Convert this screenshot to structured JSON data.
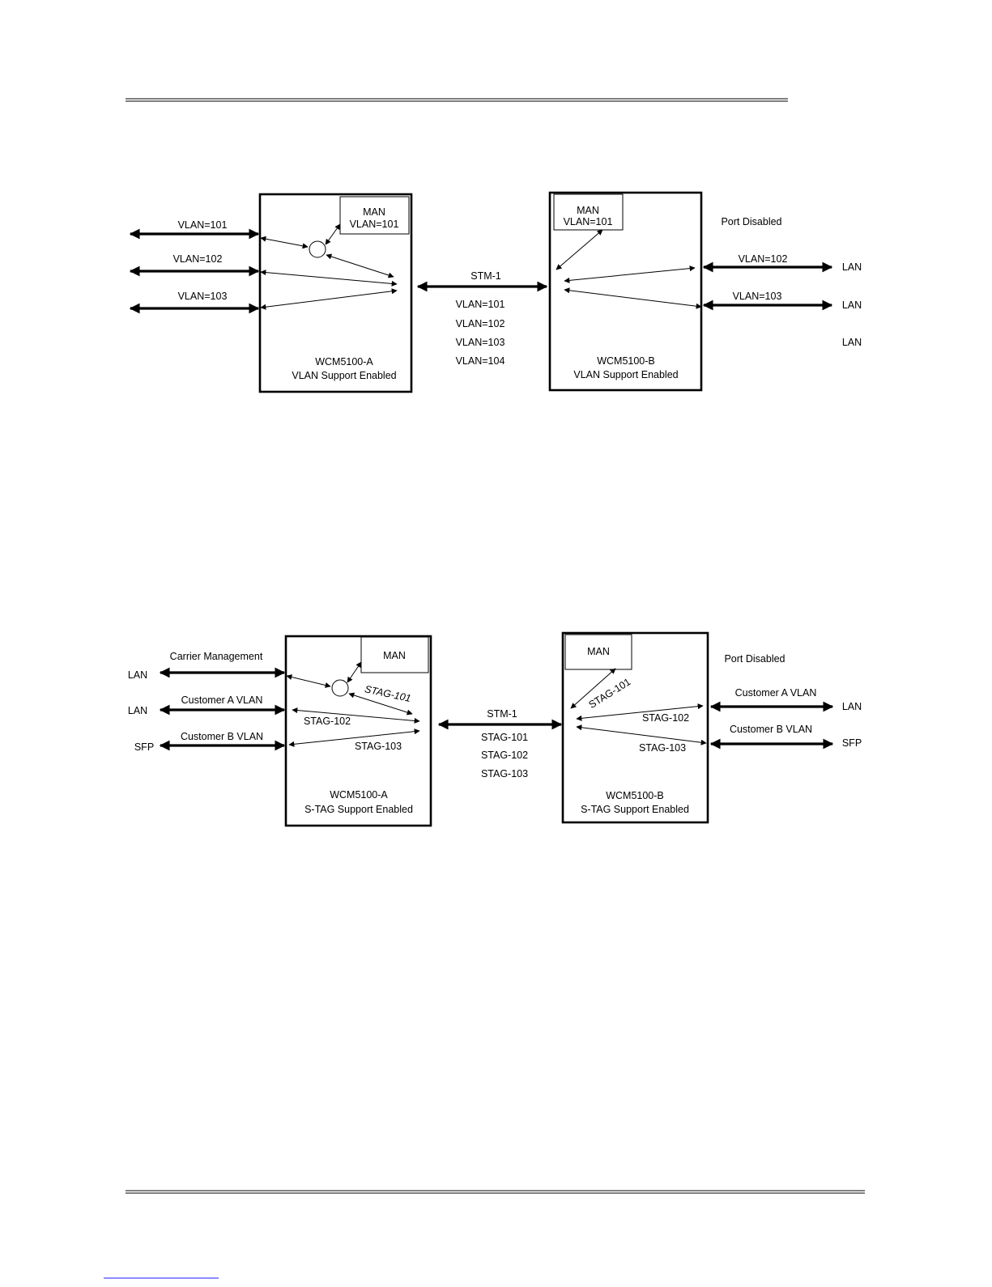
{
  "diagram_vlan": {
    "node_a": {
      "line1": "WCM5100-A",
      "line2": "VLAN Support Enabled"
    },
    "node_b": {
      "line1": "WCM5100-B",
      "line2": "VLAN Support Enabled"
    },
    "man_a": {
      "line1": "MAN",
      "line2": "VLAN=101"
    },
    "man_b": {
      "line1": "MAN",
      "line2": "VLAN=101"
    },
    "left_links": [
      "VLAN=101",
      "VLAN=102",
      "VLAN=103"
    ],
    "trunk": {
      "label": "STM-1",
      "vlans": [
        "VLAN=101",
        "VLAN=102",
        "VLAN=103",
        "VLAN=104"
      ]
    },
    "port_disabled": "Port Disabled",
    "right_links": [
      "VLAN=102",
      "VLAN=103"
    ],
    "right_ends": [
      "LAN",
      "LAN",
      "LAN"
    ]
  },
  "diagram_stag": {
    "node_a": {
      "line1": "WCM5100-A",
      "line2": "S-TAG Support Enabled"
    },
    "node_b": {
      "line1": "WCM5100-B",
      "line2": "S-TAG Support Enabled"
    },
    "man_a": "MAN",
    "man_b": "MAN",
    "left_links": [
      "Carrier Management",
      "Customer A  VLAN",
      "Customer B  VLAN"
    ],
    "left_ends": [
      "LAN",
      "LAN",
      "SFP"
    ],
    "internal_a": [
      "STAG-101",
      "STAG-102",
      "STAG-103"
    ],
    "internal_b": [
      "STAG-101",
      "STAG-102",
      "STAG-103"
    ],
    "trunk": {
      "label": "STM-1",
      "stags": [
        "STAG-101",
        "STAG-102",
        "STAG-103"
      ]
    },
    "port_disabled": "Port Disabled",
    "right_links": [
      "Customer A  VLAN",
      "Customer B  VLAN"
    ],
    "right_ends": [
      "LAN",
      "SFP"
    ]
  }
}
